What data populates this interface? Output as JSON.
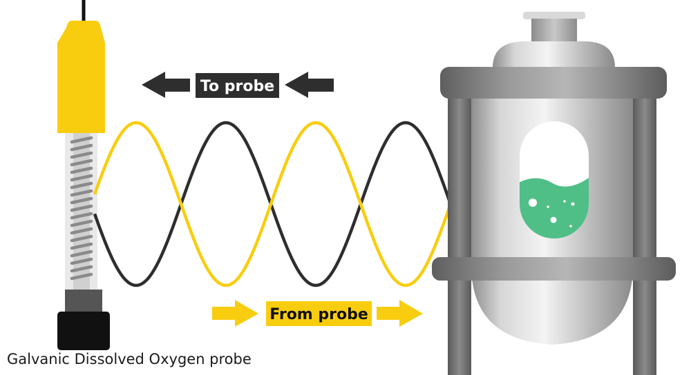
{
  "labels": {
    "to_probe": "To probe",
    "from_probe": "From probe",
    "caption": "Galvanic Dissolved Oxygen probe"
  },
  "colors": {
    "yellow": "#f9cd0f",
    "dark": "#2e2e2e",
    "liquid": "#4fbf87",
    "steel_light": "#d4d4d4",
    "steel_dark": "#6c6c6c",
    "background": "#ffffff"
  },
  "icons": [
    "left-arrow-icon",
    "right-arrow-icon",
    "oxygen-bubble-icon"
  ]
}
